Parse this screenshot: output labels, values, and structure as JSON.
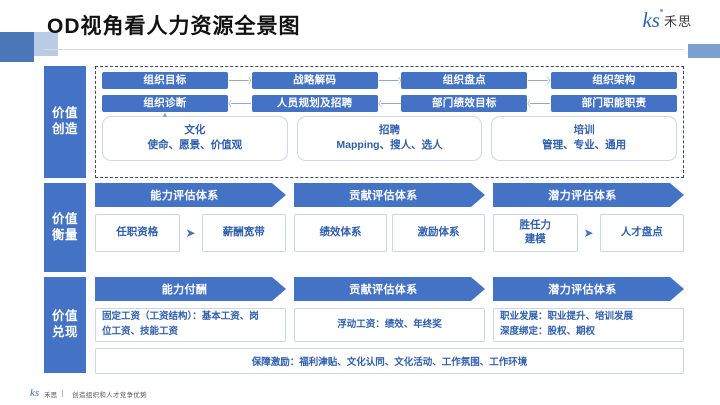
{
  "header": {
    "title": "OD视角看人力资源全景图",
    "logo_mark": "ks",
    "logo_text": "禾思"
  },
  "sections": [
    {
      "label_line1": "价值",
      "label_line2": "创造",
      "flow_top": [
        "组织目标",
        "战略解码",
        "组织盘点",
        "组织架构"
      ],
      "flow_bottom": [
        "组织诊断",
        "人员规划及招聘",
        "部门绩效目标",
        "部门职能职责"
      ],
      "soft_boxes": [
        {
          "title": "文化",
          "detail": "使命、愿景、价值观"
        },
        {
          "title": "招聘",
          "detail": "Mapping、搜人、选人"
        },
        {
          "title": "培训",
          "detail": "管理、专业、通用"
        }
      ]
    },
    {
      "label_line1": "价值",
      "label_line2": "衡量",
      "banners": [
        "能力评估体系",
        "贡献评估体系",
        "潜力评估体系"
      ],
      "groups": [
        {
          "cells": [
            "任职资格",
            "薪酬宽带"
          ],
          "arrow": true
        },
        {
          "cells": [
            "绩效体系",
            "激励体系"
          ],
          "arrow": false
        },
        {
          "cells": [
            "胜任力\n建模",
            "人才盘点"
          ],
          "arrow": true
        }
      ]
    },
    {
      "label_line1": "价值",
      "label_line2": "兑现",
      "banners": [
        "能力付酬",
        "贡献评估体系",
        "潜力评估体系"
      ],
      "boxes": [
        {
          "lines": [
            "固定工资（工资结构）：基本工资、岗",
            "位工资、技能工资"
          ],
          "center": false
        },
        {
          "lines": [
            "浮动工资：绩效、年终奖"
          ],
          "center": true
        },
        {
          "lines": [
            "职业发展：职业提升、培训发展",
            "深度绑定：股权、期权"
          ],
          "center": false
        }
      ],
      "wide_box": "保障激励：福利津贴、文化认同、文化活动、工作氛围、工作环境"
    }
  ],
  "footer": {
    "mark": "ks",
    "name": "禾思",
    "slogan": "创造组织和人才竞争优势"
  },
  "colors": {
    "brand_blue": "#4472c4",
    "text_blue": "#2f5fad",
    "border_blue": "#c9d6ea",
    "deco_dark": "#4a77b5",
    "deco_light": "#b9cce6"
  }
}
